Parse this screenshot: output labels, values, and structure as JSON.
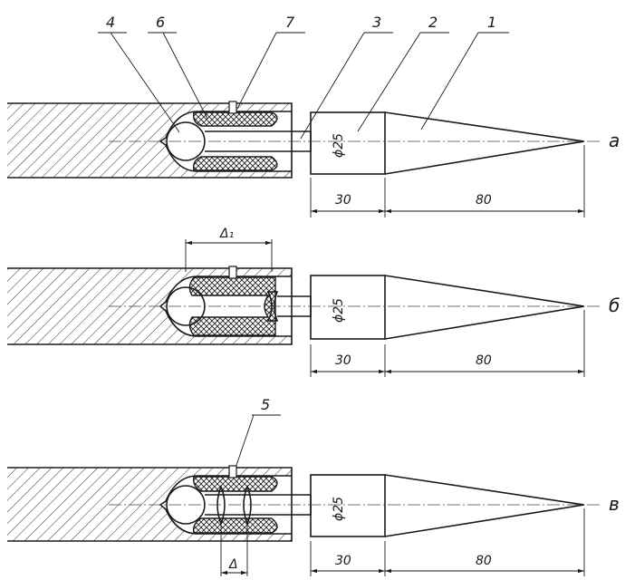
{
  "callouts": [
    "4",
    "6",
    "7",
    "3",
    "2",
    "1",
    "5"
  ],
  "views": [
    {
      "letter": "а",
      "diameter": "ϕ25",
      "dim_short": "30",
      "dim_long": "80"
    },
    {
      "letter": "б",
      "diameter": "ϕ25",
      "dim_short": "30",
      "dim_long": "80",
      "gap_label": "Δ₁"
    },
    {
      "letter": "в",
      "diameter": "ϕ25",
      "dim_short": "30",
      "dim_long": "80",
      "gap_label": "Δ"
    }
  ]
}
